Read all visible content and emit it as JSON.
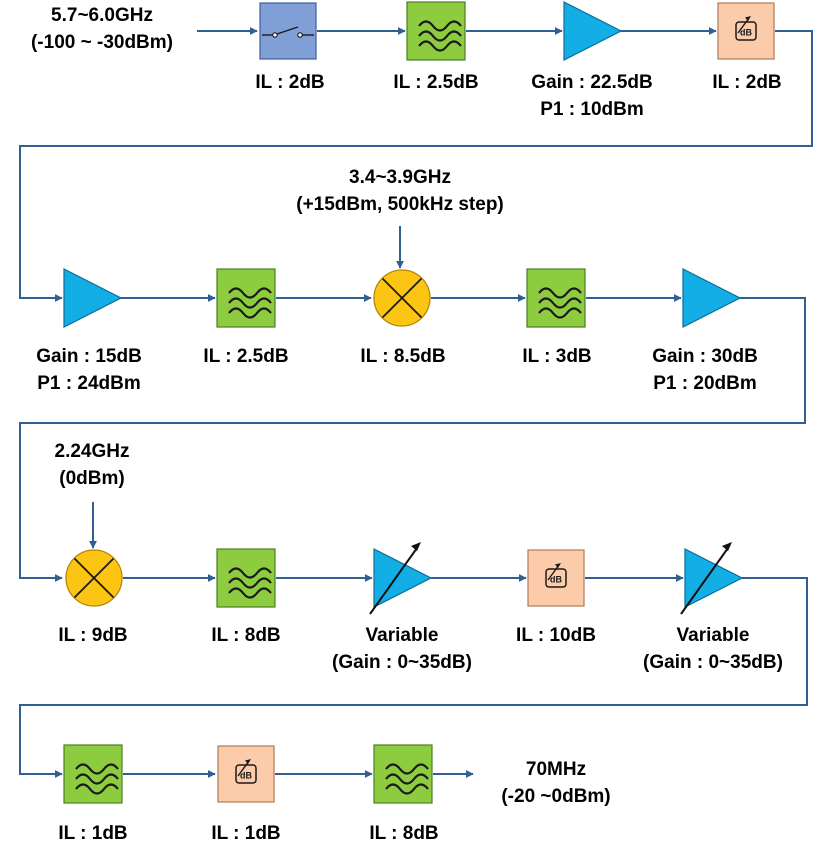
{
  "input": {
    "freq": "5.7~6.0GHz",
    "level": "(-100 ~ -30dBm)"
  },
  "row1": [
    {
      "kind": "switch",
      "lines": [
        "IL : 2dB"
      ]
    },
    {
      "kind": "filter",
      "lines": [
        "IL : 2.5dB"
      ]
    },
    {
      "kind": "amp",
      "lines": [
        "Gain : 22.5dB",
        "P1 : 10dBm"
      ]
    },
    {
      "kind": "attenuator",
      "lines": [
        "IL : 2dB"
      ]
    }
  ],
  "lo1": {
    "freq": "3.4~3.9GHz",
    "detail": "(+15dBm, 500kHz step)"
  },
  "row2": [
    {
      "kind": "amp",
      "lines": [
        "Gain : 15dB",
        "P1 : 24dBm"
      ]
    },
    {
      "kind": "filter",
      "lines": [
        "IL : 2.5dB"
      ]
    },
    {
      "kind": "mixer",
      "lines": [
        "IL : 8.5dB"
      ]
    },
    {
      "kind": "filter",
      "lines": [
        "IL : 3dB"
      ]
    },
    {
      "kind": "amp",
      "lines": [
        "Gain : 30dB",
        "P1 : 20dBm"
      ]
    }
  ],
  "lo2": {
    "freq": "2.24GHz",
    "detail": "(0dBm)"
  },
  "row3": [
    {
      "kind": "mixer",
      "lines": [
        "IL : 9dB"
      ]
    },
    {
      "kind": "filter",
      "lines": [
        "IL : 8dB"
      ]
    },
    {
      "kind": "vga",
      "lines": [
        "Variable",
        "(Gain : 0~35dB)"
      ]
    },
    {
      "kind": "attenuator",
      "lines": [
        "IL : 10dB"
      ]
    },
    {
      "kind": "vga",
      "lines": [
        "Variable",
        "(Gain : 0~35dB)"
      ]
    }
  ],
  "row4": [
    {
      "kind": "filter",
      "lines": [
        "IL : 1dB"
      ]
    },
    {
      "kind": "attenuator",
      "lines": [
        "IL : 1dB"
      ]
    },
    {
      "kind": "filter",
      "lines": [
        "IL : 8dB"
      ]
    }
  ],
  "output": {
    "freq": "70MHz",
    "level": "(-20 ~0dBm)"
  },
  "attenuator_text": "dB",
  "colors": {
    "line": "#2f5f93",
    "switch_fill": "#7f9fd6",
    "filter_fill": "#8dcb3f",
    "amp_fill": "#13aee6",
    "mixer_fill": "#fdc513",
    "atten_fill": "#fbcbaa"
  }
}
